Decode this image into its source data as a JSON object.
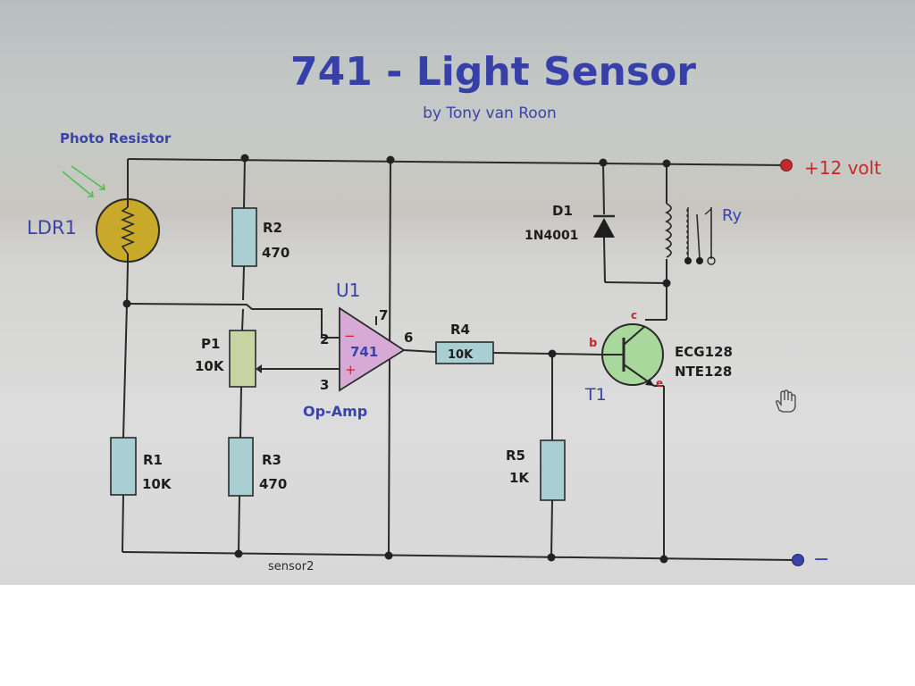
{
  "title": "741 - Light Sensor",
  "subtitle": "by Tony van Roon",
  "photo_resistor_label": "Photo Resistor",
  "components": {
    "ldr1": "LDR1",
    "r1": {
      "name": "R1",
      "value": "10K"
    },
    "r2": {
      "name": "R2",
      "value": "470"
    },
    "r3": {
      "name": "R3",
      "value": "470"
    },
    "p1": {
      "name": "P1",
      "value": "10K"
    },
    "r4": {
      "name": "R4",
      "value": "10K"
    },
    "r5": {
      "name": "R5",
      "value": "1K"
    },
    "u1": {
      "name": "U1",
      "chip": "741",
      "caption": "Op-Amp",
      "pin2": "2",
      "pin3": "3",
      "pin6": "6",
      "pin7": "7",
      "minus": "−",
      "plus": "+"
    },
    "d1": {
      "name": "D1",
      "value": "1N4001"
    },
    "t1": {
      "name": "T1",
      "part1": "ECG128",
      "part2": "NTE128",
      "base": "b",
      "collector": "c",
      "emitter": "e"
    },
    "relay": "Ry"
  },
  "supply_positive": "+12 volt",
  "supply_negative": "−",
  "ground_net_label": "sensor2",
  "colors": {
    "title": "#3640a8",
    "supply": "#c42a2a",
    "ldr": "#c8a92a",
    "op_amp": "#d7a9d6",
    "transistor": "#a8d89b",
    "resistor": "#a9cfd3"
  },
  "cursor_icon": "hand-cursor-icon"
}
